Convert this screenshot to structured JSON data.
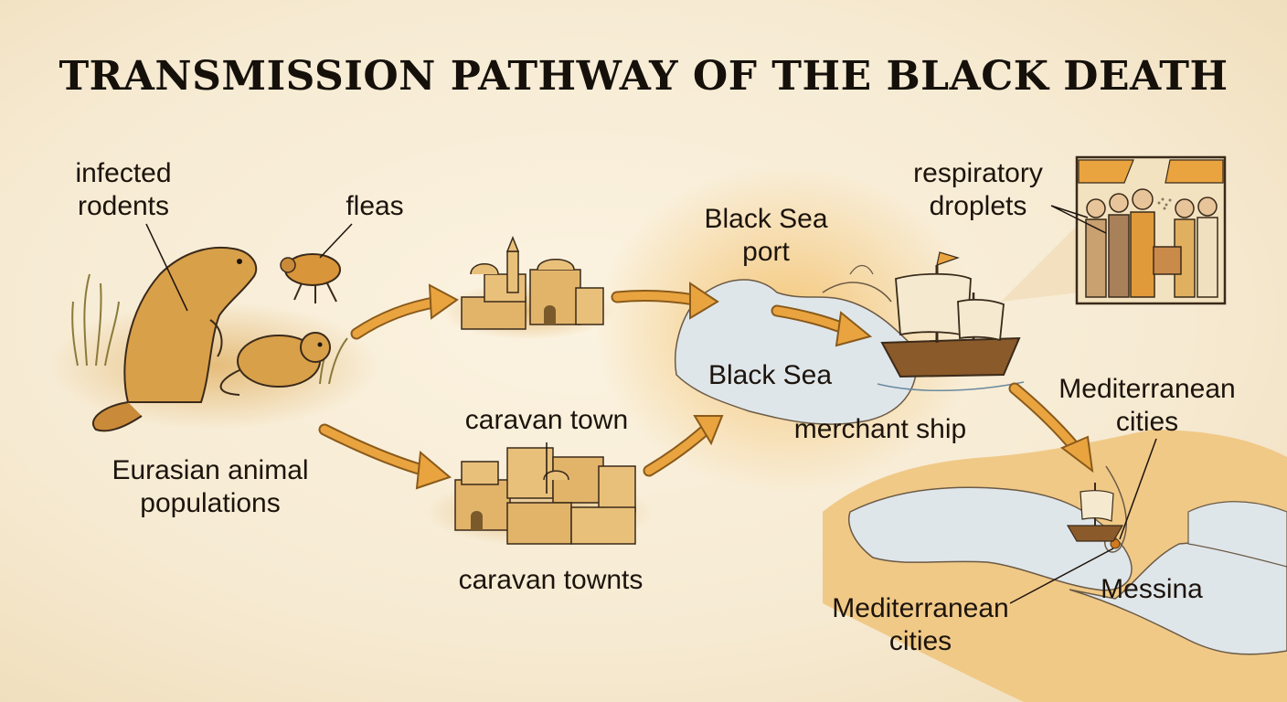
{
  "title": "TRANSMISSION PATHWAY OF THE BLACK DEATH",
  "labels": {
    "infected_rodents": "infected\nrodents",
    "fleas": "fleas",
    "eurasian_animal_populations": "Eurasian animal\npopulations",
    "caravan_town": "caravan town",
    "caravan_townts": "caravan townts",
    "black_sea_port": "Black Sea\nport",
    "black_sea": "Black Sea",
    "merchant_ship": "merchant ship",
    "respiratory_droplets": "respiratory\ndroplets",
    "mediterranean_cities_upper": "Mediterranean\ncities",
    "mediterranean_cities_lower": "Mediterranean\ncities",
    "messina": "Messina"
  },
  "colors": {
    "arrow": "#e9a440",
    "arrow_outline": "#8a5a1a",
    "sea": "#dfe6ea",
    "land": "#f0c987",
    "sand": "#d9a95c",
    "ink": "#3a2a1a"
  }
}
